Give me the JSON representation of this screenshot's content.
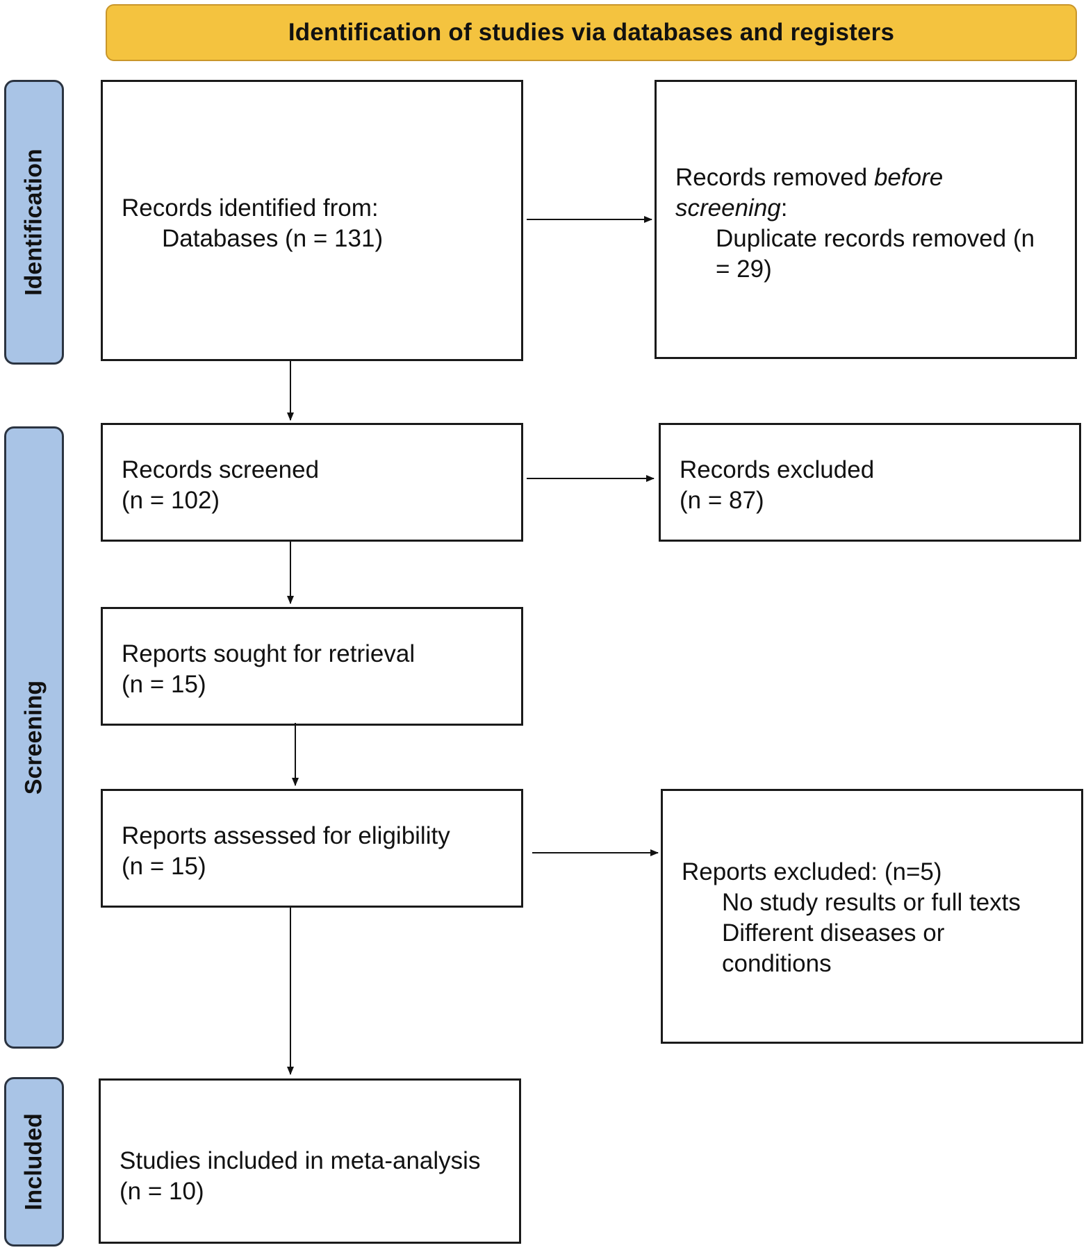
{
  "header": {
    "title": "Identification of studies via databases and registers"
  },
  "phases": {
    "identification": "Identification",
    "screening": "Screening",
    "included": "Included"
  },
  "boxes": {
    "records_identified": {
      "line1": "Records identified from:",
      "line2": "Databases (n = 131)"
    },
    "records_removed": {
      "line1_prefix": "Records removed ",
      "line1_italic": "before",
      "line2_italic": "screening",
      "line2_suffix": ":",
      "line3": "Duplicate records removed  (n",
      "line4": "= 29)"
    },
    "records_screened": {
      "line1": "Records screened",
      "line2": "(n = 102)"
    },
    "records_excluded": {
      "line1": "Records excluded",
      "line2": "(n = 87)"
    },
    "reports_sought": {
      "line1": "Reports sought for retrieval",
      "line2": "(n = 15)"
    },
    "reports_assessed": {
      "line1": "Reports assessed for eligibility",
      "line2": "(n = 15)"
    },
    "reports_excluded": {
      "line1": "Reports excluded: (n=5)",
      "line2": "No study results or full texts",
      "line3": "Different diseases or",
      "line4": "conditions"
    },
    "studies_included": {
      "line1": "Studies included in meta-analysis",
      "line2": "(n = 10)"
    }
  }
}
